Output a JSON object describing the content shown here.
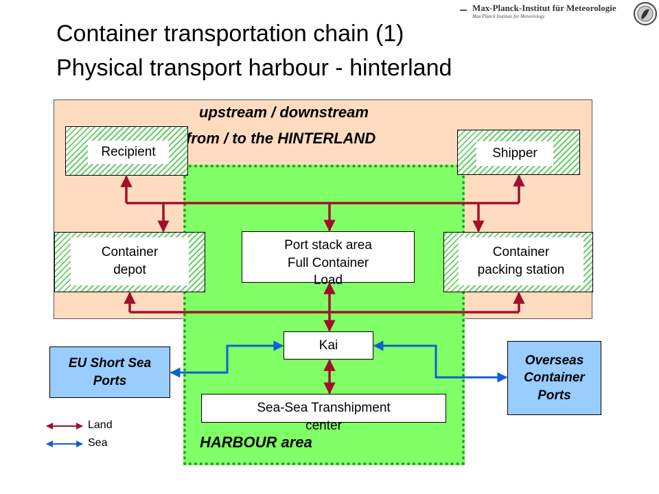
{
  "title": {
    "line1": "Container transportation chain (1)",
    "line2": "Physical transport harbour - hinterland"
  },
  "logo": {
    "institute": "Max-Planck-Institut für Meteorologie",
    "institute_sub": "Max Planck Institute for Meteorology",
    "emblem_icon": "minerva-emblem-icon"
  },
  "hinterland": {
    "line1": "upstream / downstream",
    "line2": "from / to the HINTERLAND"
  },
  "nodes": {
    "recipient": "Recipient",
    "shipper": "Shipper",
    "container_depot": [
      "Container",
      "depot"
    ],
    "port_stack": [
      "Port stack area",
      "Full Container",
      "Load"
    ],
    "packing_station": [
      "Container",
      "packing station"
    ],
    "kai": "Kai",
    "transhipment": [
      "Sea-Sea Transhipment",
      "center"
    ],
    "eu_ports": [
      "EU Short Sea",
      "Ports"
    ],
    "overseas_ports": [
      "Overseas",
      "Container",
      "Ports"
    ]
  },
  "harbour_label": "HARBOUR area",
  "legend": {
    "land": "Land",
    "sea": "Sea"
  },
  "colors": {
    "land": "#a0102a",
    "sea": "#1060d0",
    "harbour_fill": "#80ff66",
    "harbour_border": "#2a9a2a",
    "hinterland_fill": "#ffdcc0",
    "port_box_fill": "#99ccff"
  }
}
